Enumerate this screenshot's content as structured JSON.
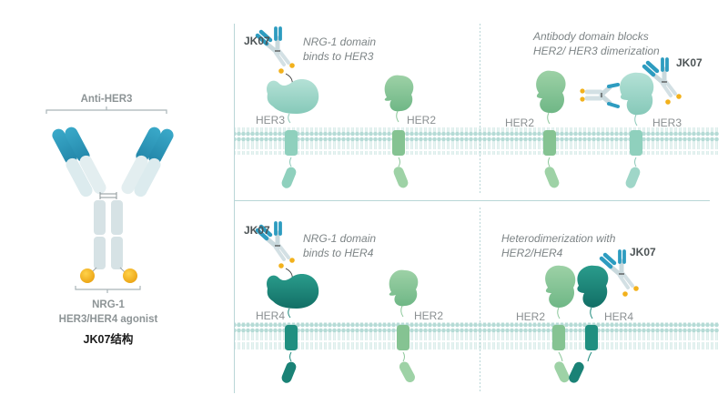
{
  "left_panel": {
    "top_bracket_label": "Anti-HER3",
    "bottom_label_line1": "NRG-1",
    "bottom_label_line2": "HER3/HER4 agonist",
    "structure_title": "JK07结构"
  },
  "colors": {
    "fab_variable": "#2f9bbd",
    "fab_constant": "#d7e6ea",
    "fc": "#d3dfe3",
    "nrg1": "#f2b11c",
    "her2": "#8cc79a",
    "her3": "#9fd6c8",
    "her4": "#1d8a7c",
    "membrane": "#b8dcd8",
    "border": "#a9cfd0",
    "label_text": "#8a8f91",
    "caption_text": "#7d8486"
  },
  "panels": [
    {
      "id": "top-left",
      "caption_line1": "NRG-1 domain",
      "caption_line2": "binds to HER3",
      "drug_label": "JK07",
      "receptors": [
        {
          "name": "HER3",
          "type": "her3"
        },
        {
          "name": "HER2",
          "type": "her2"
        }
      ]
    },
    {
      "id": "top-right",
      "caption_line1": "Antibody domain blocks",
      "caption_line2": "HER2/ HER3 dimerization",
      "drug_label": "JK07",
      "receptors": [
        {
          "name": "HER2",
          "type": "her2"
        },
        {
          "name": "HER3",
          "type": "her3"
        }
      ]
    },
    {
      "id": "bottom-left",
      "caption_line1": "NRG-1 domain",
      "caption_line2": "binds to HER4",
      "drug_label": "JK07",
      "receptors": [
        {
          "name": "HER4",
          "type": "her4"
        },
        {
          "name": "HER2",
          "type": "her2"
        }
      ]
    },
    {
      "id": "bottom-right",
      "caption_line1": "Heterodimerization with",
      "caption_line2": "HER2/HER4",
      "drug_label": "JK07",
      "receptors": [
        {
          "name": "HER2",
          "type": "her2"
        },
        {
          "name": "HER4",
          "type": "her4"
        }
      ]
    }
  ]
}
